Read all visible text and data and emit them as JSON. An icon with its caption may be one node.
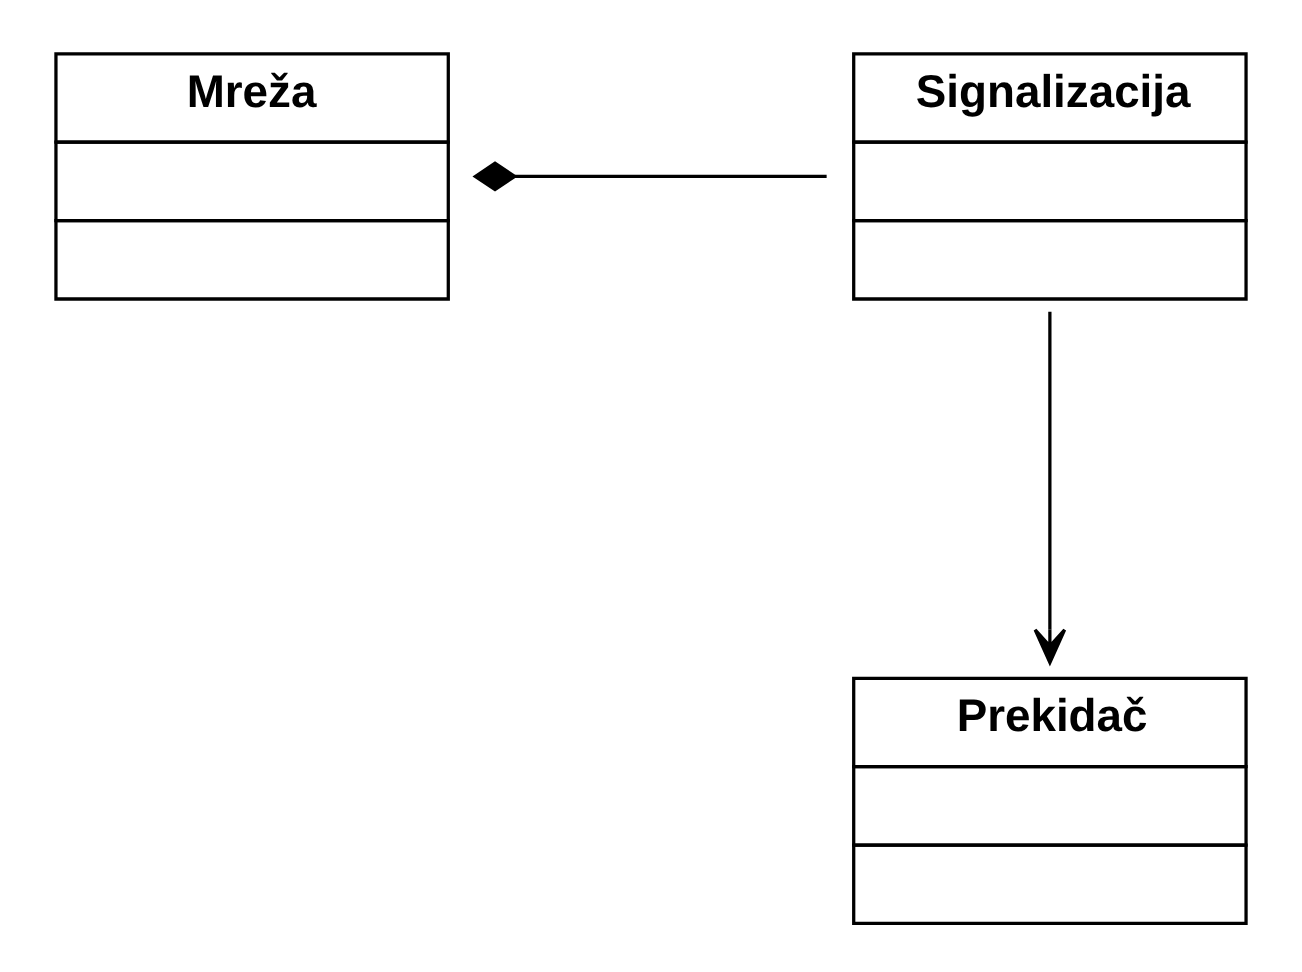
{
  "diagram": {
    "nodes": [
      {
        "text": [
          "Mreža"
        ]
      },
      {
        "text": [
          "Signalizacija"
        ]
      },
      {
        "text": [
          "Prekidač"
        ]
      }
    ],
    "edges": [
      {
        "from": 0,
        "to": 1,
        "arrow": "other"
      },
      {
        "from": 1,
        "to": 2,
        "arrow": "to"
      }
    ]
  }
}
